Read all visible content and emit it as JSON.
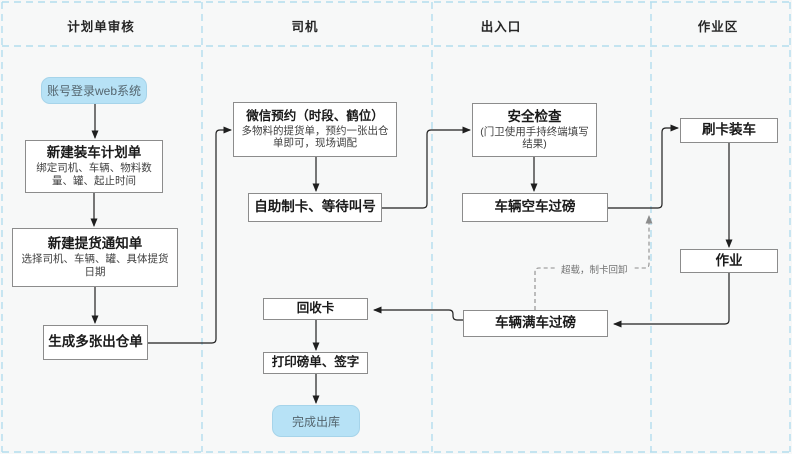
{
  "diagram": {
    "type": "swimlane-flowchart",
    "colors": {
      "canvas_bg": "#f7f8f8",
      "lane_line": "#b3ddee",
      "box_border": "#8c8c8c",
      "arrow": "#1f1f1f",
      "dashed_arrow": "#8c8c8c",
      "pill_fill": "#b7e2f6"
    }
  },
  "lanes": [
    {
      "label": "计划单审核"
    },
    {
      "label": "司机"
    },
    {
      "label": "出入口"
    },
    {
      "label": "作业区"
    }
  ],
  "nodes": {
    "account_login": {
      "title": "账号登录web系统"
    },
    "create_loading_plan": {
      "title": "新建装车计划单",
      "subtitle": "绑定司机、车辆、物料数量、罐、起止时间"
    },
    "create_delivery_notice": {
      "title": "新建提货通知单",
      "subtitle": "选择司机、车辆、罐、具体提货日期"
    },
    "generate_outbound_orders": {
      "title": "生成多张出仓单"
    },
    "wechat_reservation": {
      "title": "微信预约（时段、鹤位）",
      "subtitle": "多物料的提货单，预约一张出仓单即可，现场调配"
    },
    "self_service_card": {
      "title": "自助制卡、等待叫号"
    },
    "recycle_card": {
      "title": "回收卡"
    },
    "print_weigh_slip": {
      "title": "打印磅单、签字"
    },
    "complete_outbound": {
      "title": "完成出库"
    },
    "safety_check": {
      "title": "安全检查",
      "subtitle": "(门卫使用手持终端填写结果)"
    },
    "empty_truck_weigh": {
      "title": "车辆空车过磅"
    },
    "full_truck_weigh": {
      "title": "车辆满车过磅"
    },
    "swipe_card_load": {
      "title": "刷卡装车"
    },
    "operation": {
      "title": "作业"
    }
  },
  "annotation": {
    "overload_label": "超载，制卡回卸"
  }
}
